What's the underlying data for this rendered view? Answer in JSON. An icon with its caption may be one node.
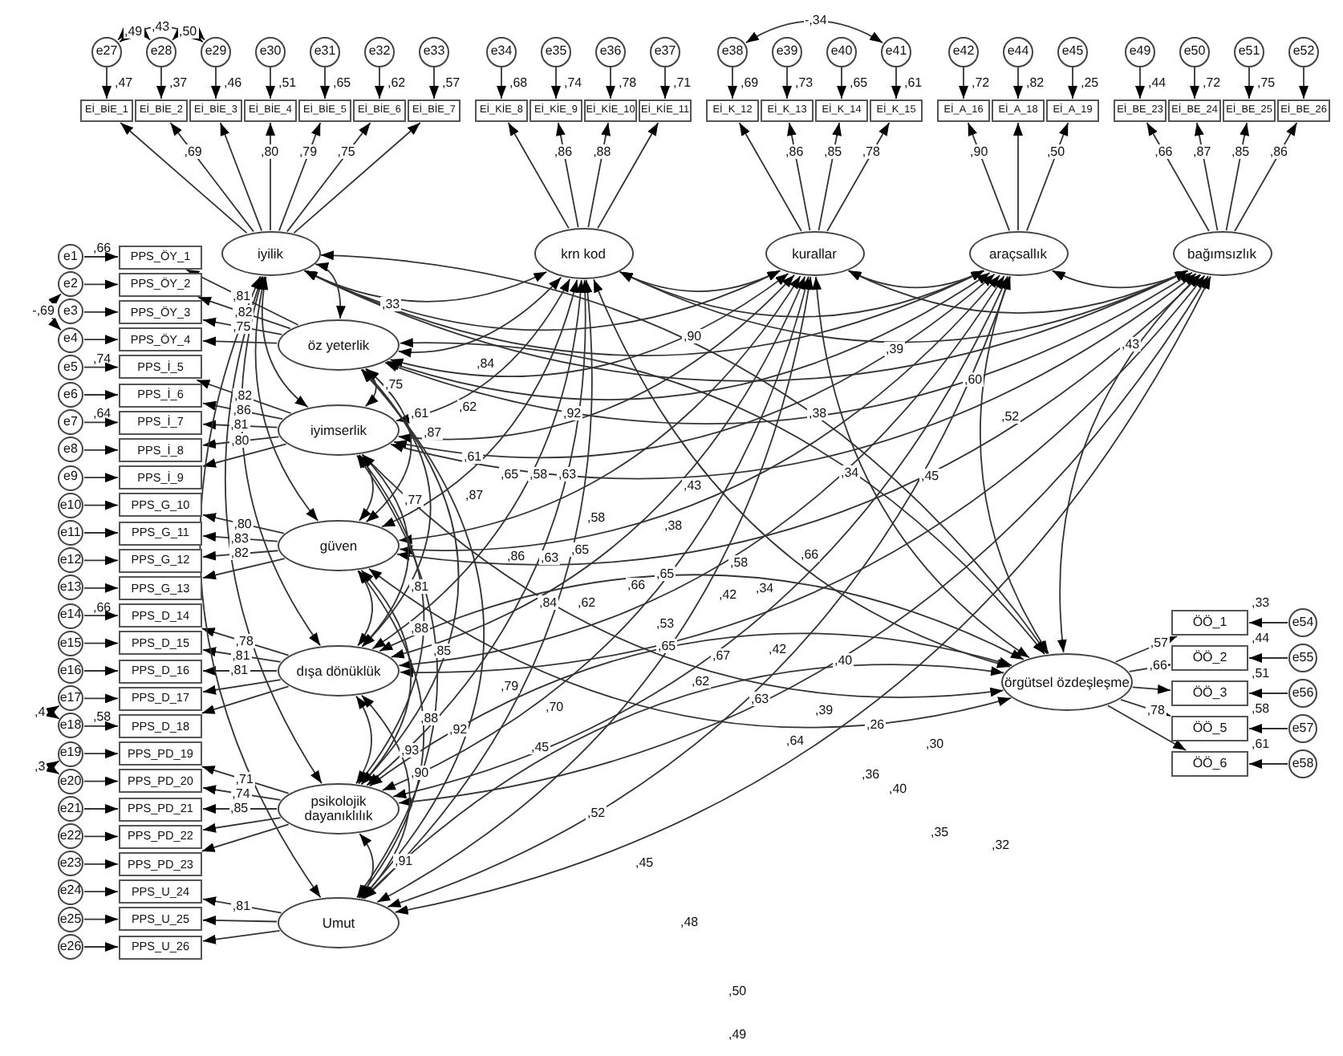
{
  "diagram": {
    "nodes": [
      {
        "text": [
          "e27"
        ]
      },
      {
        "text": [
          "e28"
        ]
      },
      {
        "text": [
          "e29"
        ]
      },
      {
        "text": [
          "e30"
        ]
      },
      {
        "text": [
          "e31"
        ]
      },
      {
        "text": [
          "e32"
        ]
      },
      {
        "text": [
          "e33"
        ]
      },
      {
        "text": [
          "e34"
        ]
      },
      {
        "text": [
          "e35"
        ]
      },
      {
        "text": [
          "e36"
        ]
      },
      {
        "text": [
          "e37"
        ]
      },
      {
        "text": [
          "e38"
        ]
      },
      {
        "text": [
          "e39"
        ]
      },
      {
        "text": [
          "e40"
        ]
      },
      {
        "text": [
          "e41"
        ]
      },
      {
        "text": [
          "e42"
        ]
      },
      {
        "text": [
          "e44"
        ]
      },
      {
        "text": [
          "e45"
        ]
      },
      {
        "text": [
          "e49"
        ]
      },
      {
        "text": [
          "e50"
        ]
      },
      {
        "text": [
          "e51"
        ]
      },
      {
        "text": [
          "e52"
        ]
      },
      {
        "text": [
          "Eİ_BİE_1"
        ],
        "beside": [
          ",47"
        ]
      },
      {
        "text": [
          "Eİ_BİE_2"
        ],
        "beside": [
          ",37"
        ]
      },
      {
        "text": [
          "Eİ_BİE_3"
        ],
        "beside": [
          ",46"
        ]
      },
      {
        "text": [
          "Eİ_BİE_4"
        ],
        "beside": [
          ",51"
        ]
      },
      {
        "text": [
          "Eİ_BİE_5"
        ],
        "beside": [
          ",65"
        ]
      },
      {
        "text": [
          "Eİ_BİE_6"
        ],
        "beside": [
          ",62"
        ]
      },
      {
        "text": [
          "Eİ_BİE_7"
        ],
        "beside": [
          ",57"
        ]
      },
      {
        "text": [
          "Eİ_KİE_8"
        ],
        "beside": [
          ",68"
        ]
      },
      {
        "text": [
          "Eİ_KİE_9"
        ],
        "beside": [
          ",74"
        ]
      },
      {
        "text": [
          "Eİ_KİE_10"
        ],
        "beside": [
          ",78"
        ]
      },
      {
        "text": [
          "Eİ_KİE_11"
        ],
        "beside": [
          ",71"
        ]
      },
      {
        "text": [
          "Eİ_K_12"
        ],
        "beside": [
          ",69"
        ]
      },
      {
        "text": [
          "Eİ_K_13"
        ],
        "beside": [
          ",73"
        ]
      },
      {
        "text": [
          "Eİ_K_14"
        ],
        "beside": [
          ",65"
        ]
      },
      {
        "text": [
          "Eİ_K_15"
        ],
        "beside": [
          ",61"
        ]
      },
      {
        "text": [
          "Eİ_A_16"
        ],
        "beside": [
          ",72"
        ]
      },
      {
        "text": [
          "Eİ_A_18"
        ],
        "beside": [
          ",82"
        ]
      },
      {
        "text": [
          "Eİ_A_19"
        ],
        "beside": [
          ",25"
        ]
      },
      {
        "text": [
          "Eİ_BE_23"
        ],
        "beside": [
          ",44"
        ]
      },
      {
        "text": [
          "Eİ_BE_24"
        ],
        "beside": [
          ",72"
        ]
      },
      {
        "text": [
          "Eİ_BE_25"
        ],
        "beside": [
          ",75"
        ]
      },
      {
        "text": [
          "Eİ_BE_26"
        ]
      },
      {
        "text": [
          "iyilik"
        ]
      },
      {
        "text": [
          "krn kod"
        ]
      },
      {
        "text": [
          "kurallar"
        ]
      },
      {
        "text": [
          "araçsallık"
        ]
      },
      {
        "text": [
          "bağımsızlık"
        ]
      },
      {
        "text": [
          "öz yeterlik"
        ]
      },
      {
        "text": [
          "iyimserlik"
        ]
      },
      {
        "text": [
          "güven"
        ]
      },
      {
        "text": [
          "dışa dönüklük"
        ]
      },
      {
        "text": [
          "psikolojik dayanıklılık"
        ]
      },
      {
        "text": [
          "Umut"
        ]
      },
      {
        "text": [
          "e1"
        ]
      },
      {
        "text": [
          "e2"
        ]
      },
      {
        "text": [
          "e3"
        ]
      },
      {
        "text": [
          "e4"
        ]
      },
      {
        "text": [
          "e5"
        ]
      },
      {
        "text": [
          "e6"
        ]
      },
      {
        "text": [
          "e7"
        ]
      },
      {
        "text": [
          "e8"
        ]
      },
      {
        "text": [
          "e9"
        ]
      },
      {
        "text": [
          "e10"
        ]
      },
      {
        "text": [
          "e11"
        ]
      },
      {
        "text": [
          "e12"
        ]
      },
      {
        "text": [
          "e13"
        ]
      },
      {
        "text": [
          "e14"
        ]
      },
      {
        "text": [
          "e15"
        ]
      },
      {
        "text": [
          "e16"
        ]
      },
      {
        "text": [
          "e17"
        ]
      },
      {
        "text": [
          "e18"
        ]
      },
      {
        "text": [
          "e19"
        ]
      },
      {
        "text": [
          "e20"
        ]
      },
      {
        "text": [
          "e21"
        ]
      },
      {
        "text": [
          "e22"
        ]
      },
      {
        "text": [
          "e23"
        ]
      },
      {
        "text": [
          "e24"
        ]
      },
      {
        "text": [
          "e25"
        ]
      },
      {
        "text": [
          "e26"
        ]
      },
      {
        "text": [
          "PPS_ÖY_1"
        ],
        "beside": [
          ",66"
        ]
      },
      {
        "text": [
          "PPS_ÖY_2"
        ]
      },
      {
        "text": [
          "PPS_ÖY_3"
        ]
      },
      {
        "text": [
          "PPS_ÖY_4"
        ]
      },
      {
        "text": [
          "PPS_İ_5"
        ],
        "beside": [
          ",74"
        ]
      },
      {
        "text": [
          "PPS_İ_6"
        ]
      },
      {
        "text": [
          "PPS_İ_7"
        ],
        "beside": [
          ",64"
        ]
      },
      {
        "text": [
          "PPS_İ_8"
        ]
      },
      {
        "text": [
          "PPS_İ_9"
        ]
      },
      {
        "text": [
          "PPS_G_10"
        ]
      },
      {
        "text": [
          "PPS_G_11"
        ]
      },
      {
        "text": [
          "PPS_G_12"
        ]
      },
      {
        "text": [
          "PPS_G_13"
        ]
      },
      {
        "text": [
          "PPS_D_14"
        ],
        "beside": [
          ",66"
        ]
      },
      {
        "text": [
          "PPS_D_15"
        ]
      },
      {
        "text": [
          "PPS_D_16"
        ]
      },
      {
        "text": [
          "PPS_D_17"
        ]
      },
      {
        "text": [
          "PPS_D_18"
        ],
        "beside": [
          ",58"
        ]
      },
      {
        "text": [
          "PPS_PD_19"
        ]
      },
      {
        "text": [
          "PPS_PD_20"
        ]
      },
      {
        "text": [
          "PPS_PD_21"
        ]
      },
      {
        "text": [
          "PPS_PD_22"
        ]
      },
      {
        "text": [
          "PPS_PD_23"
        ]
      },
      {
        "text": [
          "PPS_U_24"
        ]
      },
      {
        "text": [
          "PPS_U_25"
        ]
      },
      {
        "text": [
          "PPS_U_26"
        ]
      },
      {
        "text": [
          "örgütsel özdeşleşme"
        ]
      },
      {
        "text": [
          "ÖÖ_1"
        ],
        "beside": [
          ",33"
        ]
      },
      {
        "text": [
          "ÖÖ_2"
        ],
        "beside": [
          ",44"
        ]
      },
      {
        "text": [
          "ÖÖ_3"
        ],
        "beside": [
          ",51"
        ]
      },
      {
        "text": [
          "ÖÖ_5"
        ],
        "beside": [
          ",58"
        ]
      },
      {
        "text": [
          "ÖÖ_6"
        ],
        "beside": [
          ",61"
        ]
      },
      {
        "text": [
          "e54"
        ]
      },
      {
        "text": [
          "e55"
        ]
      },
      {
        "text": [
          "e56"
        ]
      },
      {
        "text": [
          "e57"
        ]
      },
      {
        "text": [
          "e58"
        ]
      }
    ],
    "edges": [
      {
        "from": 0,
        "to": 22,
        "arrow": "to"
      },
      {
        "from": 1,
        "to": 23,
        "arrow": "to"
      },
      {
        "from": 2,
        "to": 24,
        "arrow": "to"
      },
      {
        "from": 3,
        "to": 25,
        "arrow": "to"
      },
      {
        "from": 4,
        "to": 26,
        "arrow": "to"
      },
      {
        "from": 5,
        "to": 27,
        "arrow": "to"
      },
      {
        "from": 6,
        "to": 28,
        "arrow": "to"
      },
      {
        "from": 7,
        "to": 29,
        "arrow": "to"
      },
      {
        "from": 8,
        "to": 30,
        "arrow": "to"
      },
      {
        "from": 9,
        "to": 31,
        "arrow": "to"
      },
      {
        "from": 10,
        "to": 32,
        "arrow": "to"
      },
      {
        "from": 11,
        "to": 33,
        "arrow": "to"
      },
      {
        "from": 12,
        "to": 34,
        "arrow": "to"
      },
      {
        "from": 13,
        "to": 35,
        "arrow": "to"
      },
      {
        "from": 14,
        "to": 36,
        "arrow": "to"
      },
      {
        "from": 15,
        "to": 37,
        "arrow": "to"
      },
      {
        "from": 16,
        "to": 38,
        "arrow": "to"
      },
      {
        "from": 17,
        "to": 39,
        "arrow": "to"
      },
      {
        "from": 18,
        "to": 40,
        "arrow": "to"
      },
      {
        "from": 19,
        "to": 41,
        "arrow": "to"
      },
      {
        "from": 20,
        "to": 42,
        "arrow": "to"
      },
      {
        "from": 21,
        "to": 43,
        "arrow": "to"
      },
      {
        "from": 44,
        "to": 22,
        "arrow": "to"
      },
      {
        "from": 44,
        "to": 23,
        "arrow": "to",
        "label": ",69"
      },
      {
        "from": 44,
        "to": 24,
        "arrow": "to"
      },
      {
        "from": 44,
        "to": 25,
        "arrow": "to",
        "label": ",80"
      },
      {
        "from": 44,
        "to": 26,
        "arrow": "to",
        "label": ",79"
      },
      {
        "from": 44,
        "to": 27,
        "arrow": "to",
        "label": ",75"
      },
      {
        "from": 44,
        "to": 28,
        "arrow": "to"
      },
      {
        "from": 45,
        "to": 29,
        "arrow": "to"
      },
      {
        "from": 45,
        "to": 30,
        "arrow": "to",
        "label": ",86"
      },
      {
        "from": 45,
        "to": 31,
        "arrow": "to",
        "label": ",88"
      },
      {
        "from": 45,
        "to": 32,
        "arrow": "to"
      },
      {
        "from": 46,
        "to": 33,
        "arrow": "to"
      },
      {
        "from": 46,
        "to": 34,
        "arrow": "to",
        "label": ",86"
      },
      {
        "from": 46,
        "to": 35,
        "arrow": "to",
        "label": ",85"
      },
      {
        "from": 46,
        "to": 36,
        "arrow": "to",
        "label": ",78"
      },
      {
        "from": 47,
        "to": 37,
        "arrow": "to",
        "label": ",90"
      },
      {
        "from": 47,
        "to": 38,
        "arrow": "to"
      },
      {
        "from": 47,
        "to": 39,
        "arrow": "to",
        "label": ",50"
      },
      {
        "from": 48,
        "to": 40,
        "arrow": "to",
        "label": ",66"
      },
      {
        "from": 48,
        "to": 41,
        "arrow": "to",
        "label": ",87"
      },
      {
        "from": 48,
        "to": 42,
        "arrow": "to",
        "label": ",85"
      },
      {
        "from": 48,
        "to": 43,
        "arrow": "to",
        "label": ",86"
      },
      {
        "from": 55,
        "to": 81,
        "arrow": "to"
      },
      {
        "from": 56,
        "to": 82,
        "arrow": "to"
      },
      {
        "from": 57,
        "to": 83,
        "arrow": "to"
      },
      {
        "from": 58,
        "to": 84,
        "arrow": "to"
      },
      {
        "from": 59,
        "to": 85,
        "arrow": "to"
      },
      {
        "from": 60,
        "to": 86,
        "arrow": "to"
      },
      {
        "from": 61,
        "to": 87,
        "arrow": "to"
      },
      {
        "from": 62,
        "to": 88,
        "arrow": "to"
      },
      {
        "from": 63,
        "to": 89,
        "arrow": "to"
      },
      {
        "from": 64,
        "to": 90,
        "arrow": "to"
      },
      {
        "from": 65,
        "to": 91,
        "arrow": "to"
      },
      {
        "from": 66,
        "to": 92,
        "arrow": "to"
      },
      {
        "from": 67,
        "to": 93,
        "arrow": "to"
      },
      {
        "from": 68,
        "to": 94,
        "arrow": "to"
      },
      {
        "from": 69,
        "to": 95,
        "arrow": "to"
      },
      {
        "from": 70,
        "to": 96,
        "arrow": "to"
      },
      {
        "from": 71,
        "to": 97,
        "arrow": "to"
      },
      {
        "from": 72,
        "to": 98,
        "arrow": "to"
      },
      {
        "from": 73,
        "to": 99,
        "arrow": "to"
      },
      {
        "from": 74,
        "to": 100,
        "arrow": "to"
      },
      {
        "from": 75,
        "to": 101,
        "arrow": "to"
      },
      {
        "from": 76,
        "to": 102,
        "arrow": "to"
      },
      {
        "from": 77,
        "to": 103,
        "arrow": "to"
      },
      {
        "from": 78,
        "to": 104,
        "arrow": "to"
      },
      {
        "from": 79,
        "to": 105,
        "arrow": "to"
      },
      {
        "from": 80,
        "to": 106,
        "arrow": "to"
      },
      {
        "from": 49,
        "to": 81,
        "arrow": "to",
        "label": ",81"
      },
      {
        "from": 49,
        "to": 82,
        "arrow": "to",
        "label": ",82"
      },
      {
        "from": 49,
        "to": 83,
        "arrow": "to",
        "label": ",75"
      },
      {
        "from": 49,
        "to": 84,
        "arrow": "to"
      },
      {
        "from": 50,
        "to": 85,
        "arrow": "to",
        "label": ",82"
      },
      {
        "from": 50,
        "to": 86,
        "arrow": "to",
        "label": ",86"
      },
      {
        "from": 50,
        "to": 87,
        "arrow": "to",
        "label": ",81"
      },
      {
        "from": 50,
        "to": 88,
        "arrow": "to",
        "label": ",80"
      },
      {
        "from": 50,
        "to": 89,
        "arrow": "to"
      },
      {
        "from": 51,
        "to": 90,
        "arrow": "to",
        "label": ",80"
      },
      {
        "from": 51,
        "to": 91,
        "arrow": "to",
        "label": ",83"
      },
      {
        "from": 51,
        "to": 92,
        "arrow": "to",
        "label": ",82"
      },
      {
        "from": 51,
        "to": 93,
        "arrow": "to"
      },
      {
        "from": 52,
        "to": 94,
        "arrow": "to",
        "label": ",78"
      },
      {
        "from": 52,
        "to": 95,
        "arrow": "to",
        "label": ",81"
      },
      {
        "from": 52,
        "to": 96,
        "arrow": "to",
        "label": ",81"
      },
      {
        "from": 52,
        "to": 97,
        "arrow": "to"
      },
      {
        "from": 52,
        "to": 98,
        "arrow": "to"
      },
      {
        "from": 53,
        "to": 99,
        "arrow": "to",
        "label": ",71"
      },
      {
        "from": 53,
        "to": 100,
        "arrow": "to",
        "label": ",74"
      },
      {
        "from": 53,
        "to": 101,
        "arrow": "to",
        "label": ",85"
      },
      {
        "from": 53,
        "to": 102,
        "arrow": "to"
      },
      {
        "from": 53,
        "to": 103,
        "arrow": "to"
      },
      {
        "from": 54,
        "to": 104,
        "arrow": "to",
        "label": ",81"
      },
      {
        "from": 54,
        "to": 105,
        "arrow": "to"
      },
      {
        "from": 54,
        "to": 106,
        "arrow": "to"
      },
      {
        "from": 113,
        "to": 108,
        "arrow": "to"
      },
      {
        "from": 114,
        "to": 109,
        "arrow": "to"
      },
      {
        "from": 115,
        "to": 110,
        "arrow": "to"
      },
      {
        "from": 116,
        "to": 111,
        "arrow": "to"
      },
      {
        "from": 117,
        "to": 112,
        "arrow": "to"
      },
      {
        "from": 107,
        "to": 108,
        "arrow": "to",
        "label": ",57"
      },
      {
        "from": 107,
        "to": 109,
        "arrow": "to",
        "label": ",66"
      },
      {
        "from": 107,
        "to": 110,
        "arrow": "to"
      },
      {
        "from": 107,
        "to": 111,
        "arrow": "to",
        "label": ",78"
      },
      {
        "from": 107,
        "to": 112,
        "arrow": "to"
      },
      {
        "from": 0,
        "to": 1,
        "arrow": "both",
        "label": ",49"
      },
      {
        "from": 1,
        "to": 2,
        "arrow": "both",
        "label": ",50"
      },
      {
        "from": 0,
        "to": 2,
        "arrow": "both",
        "label": ",43"
      },
      {
        "from": 11,
        "to": 14,
        "arrow": "both",
        "label": "-,34"
      },
      {
        "from": 56,
        "to": 58,
        "arrow": "both",
        "label": "-,69"
      },
      {
        "from": 71,
        "to": 72,
        "arrow": "both",
        "label": ",4"
      },
      {
        "from": 73,
        "to": 74,
        "arrow": "both",
        "label": ",3"
      },
      {
        "from": 44,
        "to": 45,
        "arrow": "both"
      },
      {
        "from": 44,
        "to": 46,
        "arrow": "both"
      },
      {
        "from": 44,
        "to": 47,
        "arrow": "both"
      },
      {
        "from": 44,
        "to": 48,
        "arrow": "both"
      },
      {
        "from": 44,
        "to": 49,
        "arrow": "both"
      },
      {
        "from": 44,
        "to": 50,
        "arrow": "both"
      },
      {
        "from": 44,
        "to": 51,
        "arrow": "both"
      },
      {
        "from": 44,
        "to": 52,
        "arrow": "both"
      },
      {
        "from": 44,
        "to": 53,
        "arrow": "both"
      },
      {
        "from": 44,
        "to": 54,
        "arrow": "both"
      },
      {
        "from": 44,
        "to": 107,
        "arrow": "both"
      },
      {
        "from": 45,
        "to": 46,
        "arrow": "both"
      },
      {
        "from": 45,
        "to": 47,
        "arrow": "both"
      },
      {
        "from": 45,
        "to": 48,
        "arrow": "both"
      },
      {
        "from": 45,
        "to": 49,
        "arrow": "both"
      },
      {
        "from": 45,
        "to": 50,
        "arrow": "both"
      },
      {
        "from": 45,
        "to": 51,
        "arrow": "both"
      },
      {
        "from": 45,
        "to": 52,
        "arrow": "both"
      },
      {
        "from": 45,
        "to": 53,
        "arrow": "both"
      },
      {
        "from": 45,
        "to": 54,
        "arrow": "both"
      },
      {
        "from": 45,
        "to": 107,
        "arrow": "both"
      },
      {
        "from": 46,
        "to": 47,
        "arrow": "both"
      },
      {
        "from": 46,
        "to": 48,
        "arrow": "both"
      },
      {
        "from": 46,
        "to": 49,
        "arrow": "both"
      },
      {
        "from": 46,
        "to": 50,
        "arrow": "both"
      },
      {
        "from": 46,
        "to": 51,
        "arrow": "both"
      },
      {
        "from": 46,
        "to": 52,
        "arrow": "both"
      },
      {
        "from": 46,
        "to": 53,
        "arrow": "both"
      },
      {
        "from": 46,
        "to": 54,
        "arrow": "both"
      },
      {
        "from": 46,
        "to": 107,
        "arrow": "both"
      },
      {
        "from": 47,
        "to": 48,
        "arrow": "both"
      },
      {
        "from": 47,
        "to": 49,
        "arrow": "both"
      },
      {
        "from": 47,
        "to": 50,
        "arrow": "both"
      },
      {
        "from": 47,
        "to": 51,
        "arrow": "both"
      },
      {
        "from": 47,
        "to": 52,
        "arrow": "both"
      },
      {
        "from": 47,
        "to": 53,
        "arrow": "both"
      },
      {
        "from": 47,
        "to": 54,
        "arrow": "both"
      },
      {
        "from": 47,
        "to": 107,
        "arrow": "both"
      },
      {
        "from": 48,
        "to": 49,
        "arrow": "both"
      },
      {
        "from": 48,
        "to": 50,
        "arrow": "both"
      },
      {
        "from": 48,
        "to": 51,
        "arrow": "both"
      },
      {
        "from": 48,
        "to": 52,
        "arrow": "both"
      },
      {
        "from": 48,
        "to": 53,
        "arrow": "both"
      },
      {
        "from": 48,
        "to": 54,
        "arrow": "both"
      },
      {
        "from": 48,
        "to": 107,
        "arrow": "both"
      },
      {
        "from": 49,
        "to": 50,
        "arrow": "both"
      },
      {
        "from": 49,
        "to": 51,
        "arrow": "both"
      },
      {
        "from": 49,
        "to": 52,
        "arrow": "both"
      },
      {
        "from": 49,
        "to": 53,
        "arrow": "both"
      },
      {
        "from": 49,
        "to": 54,
        "arrow": "both"
      },
      {
        "from": 49,
        "to": 107,
        "arrow": "both"
      },
      {
        "from": 50,
        "to": 51,
        "arrow": "both"
      },
      {
        "from": 50,
        "to": 52,
        "arrow": "both"
      },
      {
        "from": 50,
        "to": 53,
        "arrow": "both"
      },
      {
        "from": 50,
        "to": 54,
        "arrow": "both"
      },
      {
        "from": 50,
        "to": 107,
        "arrow": "both"
      },
      {
        "from": 51,
        "to": 52,
        "arrow": "both"
      },
      {
        "from": 51,
        "to": 53,
        "arrow": "both"
      },
      {
        "from": 51,
        "to": 54,
        "arrow": "both"
      },
      {
        "from": 51,
        "to": 107,
        "arrow": "both"
      },
      {
        "from": 52,
        "to": 53,
        "arrow": "both"
      },
      {
        "from": 52,
        "to": 54,
        "arrow": "both"
      },
      {
        "from": 52,
        "to": 107,
        "arrow": "both"
      },
      {
        "from": 53,
        "to": 54,
        "arrow": "both"
      },
      {
        "from": 53,
        "to": 107,
        "arrow": "both"
      },
      {
        "from": 54,
        "to": 107,
        "arrow": "both"
      }
    ],
    "labels": [
      ",33",
      ",84",
      ",90",
      ",39",
      ",60",
      ",75",
      ",61",
      ",87",
      ",62",
      ",92",
      ",38",
      ",52",
      ",61",
      ",65",
      ",58",
      ",63",
      ",43",
      ",34",
      ",45",
      ",87",
      ",77",
      ",58",
      ",38",
      ",86",
      ",63",
      ",65",
      ",58",
      ",66",
      ",81",
      ",66",
      ",65",
      ",84",
      ",62",
      ",42",
      ",34",
      ",53",
      ",88",
      ",65",
      ",67",
      ",42",
      ",40",
      ",85",
      ",62",
      ",79",
      ",63",
      ",70",
      ",39",
      ",88",
      ",92",
      ",26",
      ",64",
      ",45",
      ",30",
      ",93",
      ",90",
      ",36",
      ",40",
      ",52",
      ",35",
      ",32",
      ",91",
      ",45",
      ",48",
      ",50",
      ",49",
      ",43"
    ]
  }
}
